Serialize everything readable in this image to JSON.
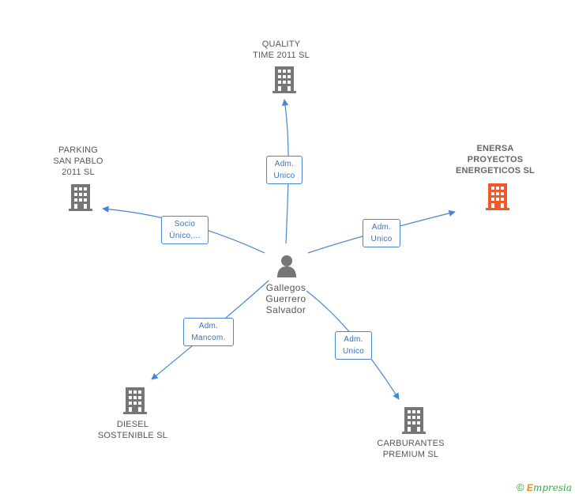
{
  "colors": {
    "edge": "#4a86d0",
    "building": "#767676",
    "focus_building": "#f0582c",
    "person": "#767676",
    "brand": "#3aa84a",
    "brand_accent": "#f08a1c"
  },
  "person": {
    "name": "Gallegos\nGuerrero\nSalvador",
    "icon": "person-icon"
  },
  "nodes": [
    {
      "id": "quality",
      "label": "QUALITY\nTIME 2011 SL",
      "icon": "building-icon",
      "focus": false
    },
    {
      "id": "parking",
      "label": "PARKING\nSAN PABLO\n2011 SL",
      "icon": "building-icon",
      "focus": false
    },
    {
      "id": "enersa",
      "label": "ENERSA\nPROYECTOS\nENERGETICOS SL",
      "icon": "building-icon",
      "focus": true
    },
    {
      "id": "diesel",
      "label": "DIESEL\nSOSTENIBLE SL",
      "icon": "building-icon",
      "focus": false
    },
    {
      "id": "carburantes",
      "label": "CARBURANTES\nPREMIUM  SL",
      "icon": "building-icon",
      "focus": false
    }
  ],
  "relations": [
    {
      "target": "quality",
      "label": "Adm.\nUnico"
    },
    {
      "target": "parking",
      "label": "Socio\nÚnico,..."
    },
    {
      "target": "enersa",
      "label": "Adm.\nUnico"
    },
    {
      "target": "diesel",
      "label": "Adm.\nMancom."
    },
    {
      "target": "carburantes",
      "label": "Adm.\nUnico"
    }
  ],
  "footer": {
    "copyright": "©",
    "brand_initial": "E",
    "brand_rest": "mpresia"
  }
}
